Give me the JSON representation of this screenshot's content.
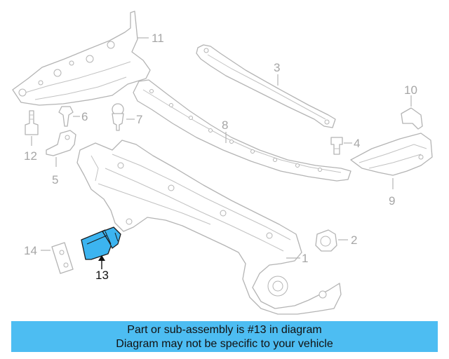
{
  "callouts": {
    "c1": "1",
    "c2": "2",
    "c3": "3",
    "c4": "4",
    "c5": "5",
    "c6": "6",
    "c7": "7",
    "c8": "8",
    "c9": "9",
    "c10": "10",
    "c11": "11",
    "c12": "12",
    "c13": "13",
    "c14": "14"
  },
  "highlighted_part": "13",
  "colors": {
    "highlight": "#3cb4f0",
    "banner": "#4dbdf2",
    "line_art": "#b4b4b4"
  },
  "banner": {
    "line1": "Part or sub-assembly is #13 in diagram",
    "line2": "Diagram may not be specific to your vehicle"
  }
}
